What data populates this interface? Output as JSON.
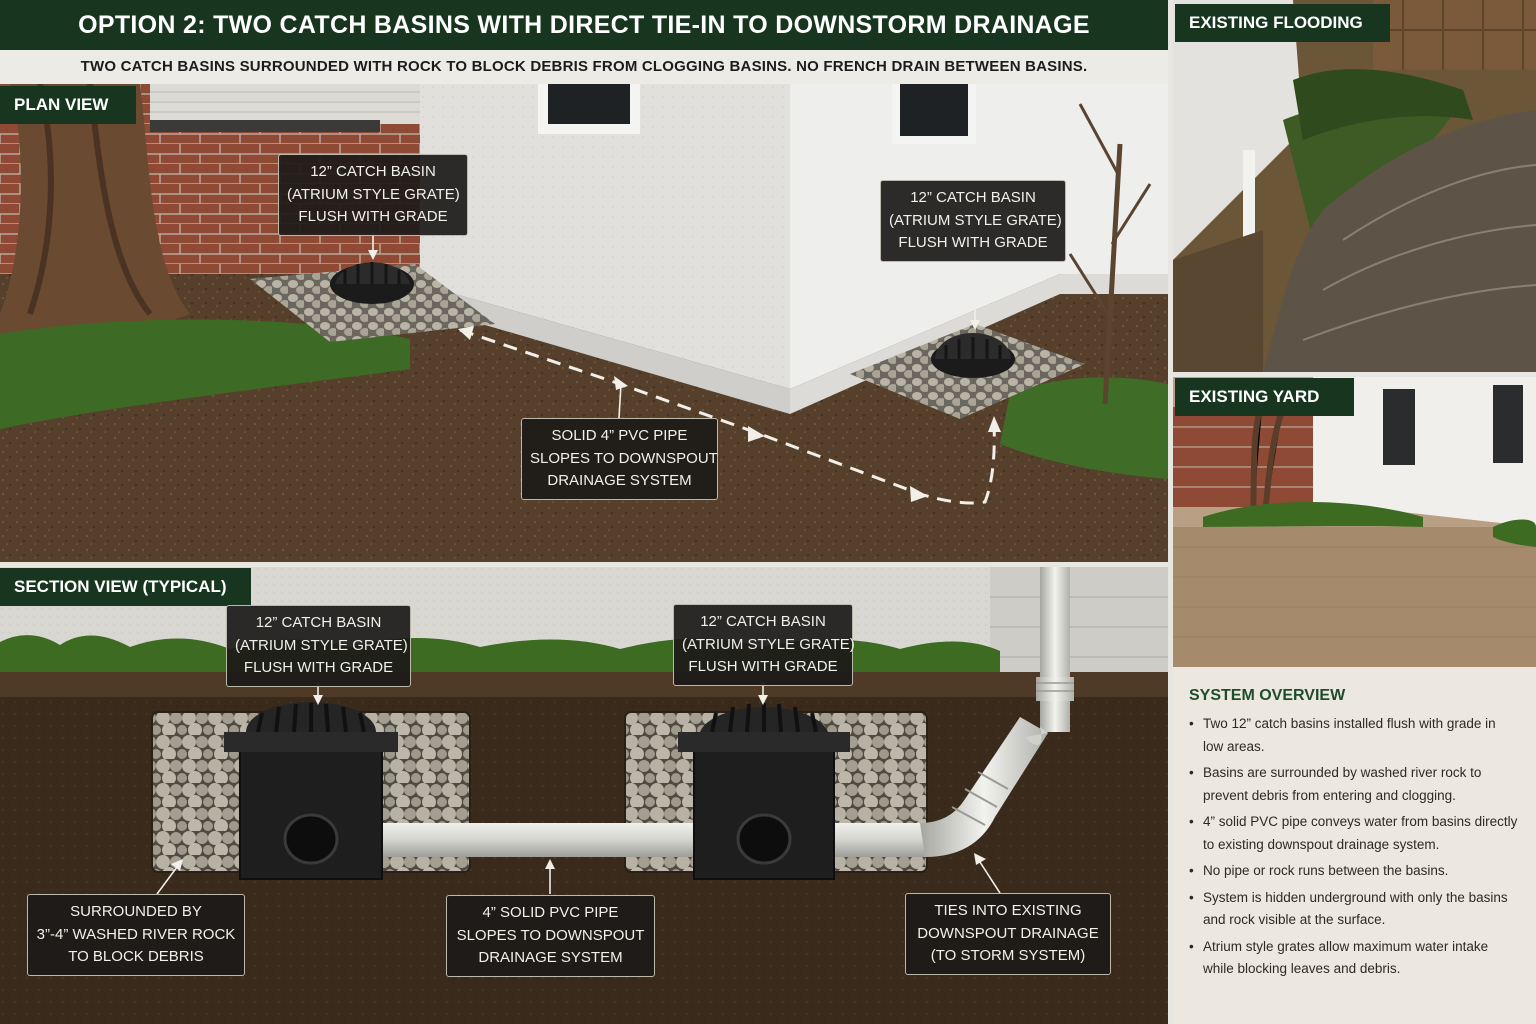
{
  "header": {
    "title": "OPTION 2: TWO CATCH BASINS WITH DIRECT TIE-IN TO DOWNSTORM DRAINAGE",
    "subtitle": "TWO CATCH BASINS SURROUNDED WITH ROCK TO BLOCK DEBRIS FROM CLOGGING BASINS. NO FRENCH DRAIN BETWEEN BASINS."
  },
  "plan_view": {
    "label": "PLAN VIEW",
    "callouts": {
      "basin_left": [
        "12” CATCH BASIN",
        "(ATRIUM STYLE GRATE)",
        "FLUSH WITH GRADE"
      ],
      "basin_right": [
        "12” CATCH BASIN",
        "(ATRIUM STYLE GRATE)",
        "FLUSH WITH GRADE"
      ],
      "pipe": [
        "SOLID 4” PVC PIPE",
        "SLOPES TO DOWNSPOUT",
        "DRAINAGE SYSTEM"
      ]
    }
  },
  "section_view": {
    "label": "SECTION VIEW (TYPICAL)",
    "callouts": {
      "basin_left": [
        "12” CATCH BASIN",
        "(ATRIUM STYLE GRATE)",
        "FLUSH WITH GRADE"
      ],
      "basin_right": [
        "12” CATCH BASIN",
        "(ATRIUM STYLE GRATE)",
        "FLUSH WITH GRADE"
      ],
      "rock": [
        "SURROUNDED BY",
        "3”-4” WASHED RIVER ROCK",
        "TO BLOCK DEBRIS"
      ],
      "pipe": [
        "4” SOLID PVC PIPE",
        "SLOPES TO DOWNSPOUT",
        "DRAINAGE SYSTEM"
      ],
      "tie_in": [
        "TIES INTO EXISTING",
        "DOWNSPOUT DRAINAGE",
        "(TO STORM SYSTEM)"
      ]
    }
  },
  "photos": {
    "flooding_label": "EXISTING FLOODING",
    "yard_label": "EXISTING YARD"
  },
  "overview": {
    "heading": "SYSTEM OVERVIEW",
    "items": [
      "Two 12” catch basins installed flush with grade in low areas.",
      "Basins are surrounded by washed river rock to prevent debris from entering and clogging.",
      "4” solid PVC pipe conveys water from basins directly to existing downspout drainage system.",
      "No pipe or rock runs between the basins.",
      "System is hidden underground with only the basins and rock visible at the surface.",
      "Atrium style grates allow maximum water intake while blocking leaves and debris."
    ]
  },
  "colors": {
    "banner_green": "#17351f",
    "soil": "#4a3524",
    "wall": "#d9d8d3",
    "pvc": "#d6d6d2",
    "label_bg": "#1c1a18"
  }
}
